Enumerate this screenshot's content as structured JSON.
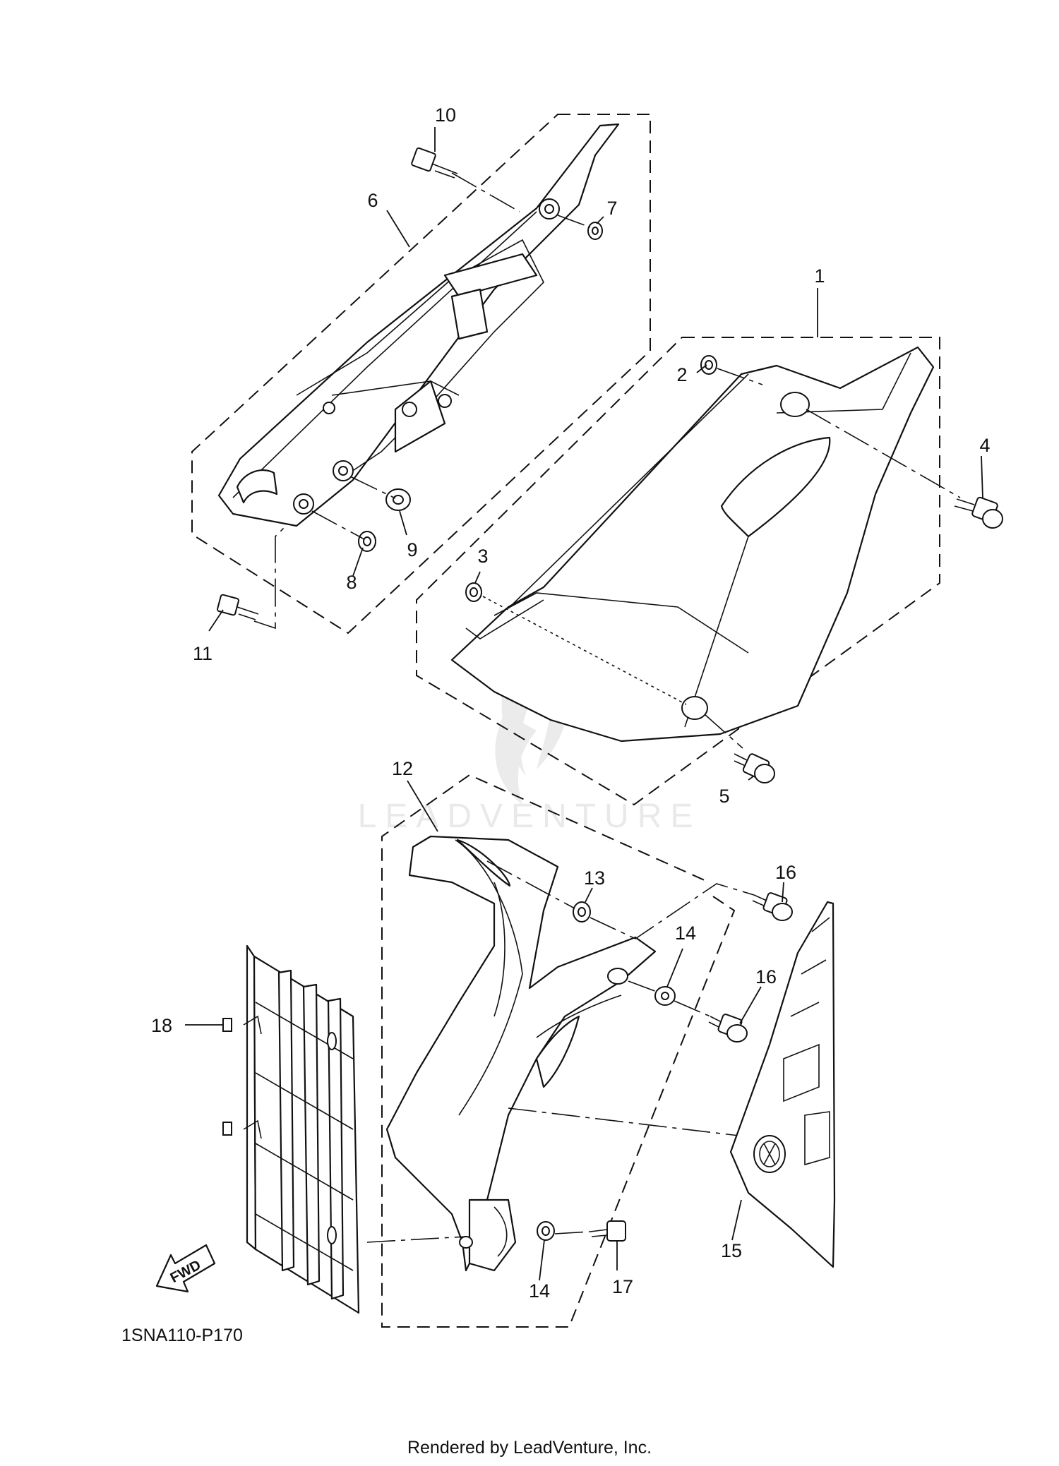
{
  "diagram": {
    "code": "1SNA110-P170",
    "fwd": "FWD",
    "watermark": "LEADVENTURE",
    "footer": "Rendered by LeadVenture, Inc."
  },
  "callouts": [
    {
      "id": "c1",
      "label": "1"
    },
    {
      "id": "c2",
      "label": "2"
    },
    {
      "id": "c3",
      "label": "3"
    },
    {
      "id": "c4",
      "label": "4"
    },
    {
      "id": "c5",
      "label": "5"
    },
    {
      "id": "c6",
      "label": "6"
    },
    {
      "id": "c7",
      "label": "7"
    },
    {
      "id": "c8",
      "label": "8"
    },
    {
      "id": "c9",
      "label": "9"
    },
    {
      "id": "c10",
      "label": "10"
    },
    {
      "id": "c11",
      "label": "11"
    },
    {
      "id": "c12",
      "label": "12"
    },
    {
      "id": "c13",
      "label": "13"
    },
    {
      "id": "c14a",
      "label": "14"
    },
    {
      "id": "c14b",
      "label": "14"
    },
    {
      "id": "c15",
      "label": "15"
    },
    {
      "id": "c16a",
      "label": "16"
    },
    {
      "id": "c16b",
      "label": "16"
    },
    {
      "id": "c17",
      "label": "17"
    },
    {
      "id": "c18",
      "label": "18"
    }
  ]
}
